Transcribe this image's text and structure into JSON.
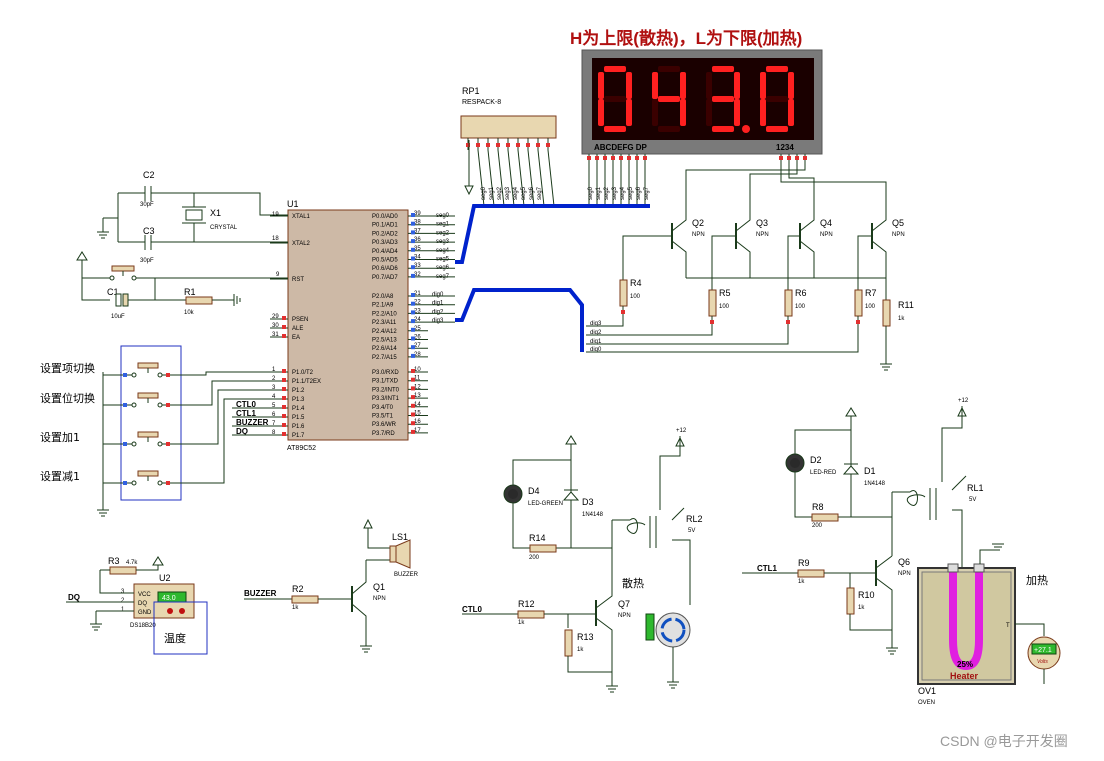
{
  "title": "H为上限(散热)，L为下限(加热)",
  "display": {
    "digits": [
      "0",
      "4",
      "3",
      "0"
    ],
    "dp_after_index": 2,
    "segment_label": "ABCDEFG  DP",
    "digit_label": "1234"
  },
  "rp1": {
    "ref": "RP1",
    "part": "RESPACK-8"
  },
  "mcu": {
    "ref": "U1",
    "part": "AT89C52",
    "left_pins": [
      {
        "num": "19",
        "name": "XTAL1"
      },
      {
        "num": "18",
        "name": "XTAL2"
      },
      {
        "num": "9",
        "name": "RST"
      },
      {
        "num": "29",
        "name": "PSEN"
      },
      {
        "num": "30",
        "name": "ALE"
      },
      {
        "num": "31",
        "name": "EA"
      },
      {
        "num": "1",
        "name": "P1.0/T2"
      },
      {
        "num": "2",
        "name": "P1.1/T2EX"
      },
      {
        "num": "3",
        "name": "P1.2"
      },
      {
        "num": "4",
        "name": "P1.3"
      },
      {
        "num": "5",
        "name": "P1.4"
      },
      {
        "num": "6",
        "name": "P1.5"
      },
      {
        "num": "7",
        "name": "P1.6"
      },
      {
        "num": "8",
        "name": "P1.7"
      }
    ],
    "right_pins": [
      {
        "num": "39",
        "name": "P0.0/AD0"
      },
      {
        "num": "38",
        "name": "P0.1/AD1"
      },
      {
        "num": "37",
        "name": "P0.2/AD2"
      },
      {
        "num": "36",
        "name": "P0.3/AD3"
      },
      {
        "num": "35",
        "name": "P0.4/AD4"
      },
      {
        "num": "34",
        "name": "P0.5/AD5"
      },
      {
        "num": "33",
        "name": "P0.6/AD6"
      },
      {
        "num": "32",
        "name": "P0.7/AD7"
      },
      {
        "num": "21",
        "name": "P2.0/A8"
      },
      {
        "num": "22",
        "name": "P2.1/A9"
      },
      {
        "num": "23",
        "name": "P2.2/A10"
      },
      {
        "num": "24",
        "name": "P2.3/A11"
      },
      {
        "num": "25",
        "name": "P2.4/A12"
      },
      {
        "num": "26",
        "name": "P2.5/A13"
      },
      {
        "num": "27",
        "name": "P2.6/A14"
      },
      {
        "num": "28",
        "name": "P2.7/A15"
      },
      {
        "num": "10",
        "name": "P3.0/RXD"
      },
      {
        "num": "11",
        "name": "P3.1/TXD"
      },
      {
        "num": "12",
        "name": "P3.2/INT0"
      },
      {
        "num": "13",
        "name": "P3.3/INT1"
      },
      {
        "num": "14",
        "name": "P3.4/T0"
      },
      {
        "num": "15",
        "name": "P3.5/T1"
      },
      {
        "num": "16",
        "name": "P3.6/WR"
      },
      {
        "num": "17",
        "name": "P3.7/RD"
      }
    ]
  },
  "seg_nets": [
    "seg0",
    "seg1",
    "seg2",
    "seg3",
    "seg4",
    "seg5",
    "seg6",
    "seg7"
  ],
  "dig_nets": [
    "dig0",
    "dig1",
    "dig2",
    "dig3"
  ],
  "p1_nets": [
    "CTL0",
    "CTL1",
    "BUZZER",
    "DQ"
  ],
  "components": {
    "c2": {
      "ref": "C2",
      "value": "30pF"
    },
    "c3": {
      "ref": "C3",
      "value": "30pF"
    },
    "x1": {
      "ref": "X1",
      "value": "CRYSTAL"
    },
    "c1": {
      "ref": "C1",
      "value": "10uF"
    },
    "r1": {
      "ref": "R1",
      "value": "10k"
    },
    "r2": {
      "ref": "R2",
      "value": "1k"
    },
    "r3": {
      "ref": "R3",
      "value": "4.7k"
    },
    "r4": {
      "ref": "R4",
      "value": "100"
    },
    "r5": {
      "ref": "R5",
      "value": "100"
    },
    "r6": {
      "ref": "R6",
      "value": "100"
    },
    "r7": {
      "ref": "R7",
      "value": "100"
    },
    "r8": {
      "ref": "R8",
      "value": "200"
    },
    "r9": {
      "ref": "R9",
      "value": "1k"
    },
    "r10": {
      "ref": "R10",
      "value": "1k"
    },
    "r11": {
      "ref": "R11",
      "value": "1k"
    },
    "r12": {
      "ref": "R12",
      "value": "1k"
    },
    "r13": {
      "ref": "R13",
      "value": "1k"
    },
    "r14": {
      "ref": "R14",
      "value": "200"
    },
    "q1": {
      "ref": "Q1",
      "value": "NPN"
    },
    "q2": {
      "ref": "Q2",
      "value": "NPN"
    },
    "q3": {
      "ref": "Q3",
      "value": "NPN"
    },
    "q4": {
      "ref": "Q4",
      "value": "NPN"
    },
    "q5": {
      "ref": "Q5",
      "value": "NPN"
    },
    "q6": {
      "ref": "Q6",
      "value": "NPN"
    },
    "q7": {
      "ref": "Q7",
      "value": "NPN"
    },
    "ls1": {
      "ref": "LS1",
      "value": "BUZZER"
    },
    "u2": {
      "ref": "U2",
      "value": "DS18B20",
      "pins": [
        "VCC",
        "DQ",
        "GND"
      ],
      "pin_nums": [
        "3",
        "2",
        "1"
      ],
      "reading": "43.0"
    },
    "d1": {
      "ref": "D1",
      "value": "1N4148"
    },
    "d2": {
      "ref": "D2",
      "value": "LED-RED"
    },
    "d3": {
      "ref": "D3",
      "value": "1N4148"
    },
    "d4": {
      "ref": "D4",
      "value": "LED-GREEN"
    },
    "rl1": {
      "ref": "RL1",
      "value": "5V"
    },
    "rl2": {
      "ref": "RL2",
      "value": "5V"
    },
    "ov1": {
      "ref": "OV1",
      "value": "OVEN",
      "heater_label": "Heater",
      "percent": "25%",
      "t_pin": "T"
    },
    "voltmeter": {
      "reading": "+27.1",
      "unit": "Volts"
    },
    "supply": "+12"
  },
  "buttons": [
    "设置项切换",
    "设置位切换",
    "设置加1",
    "设置减1"
  ],
  "labels": {
    "temp": "温度",
    "cooling": "散热",
    "heating": "加热",
    "watermark": "CSDN @电子开发圈"
  },
  "colors": {
    "digit_on": "#ff2020",
    "digit_bg": "#1a0000",
    "display_frame": "#7a7a7a",
    "bus": "#0022cc",
    "mcu_body": "#cdb9a6",
    "heater": "#e020e0",
    "lcd_green": "#2eb82e"
  }
}
